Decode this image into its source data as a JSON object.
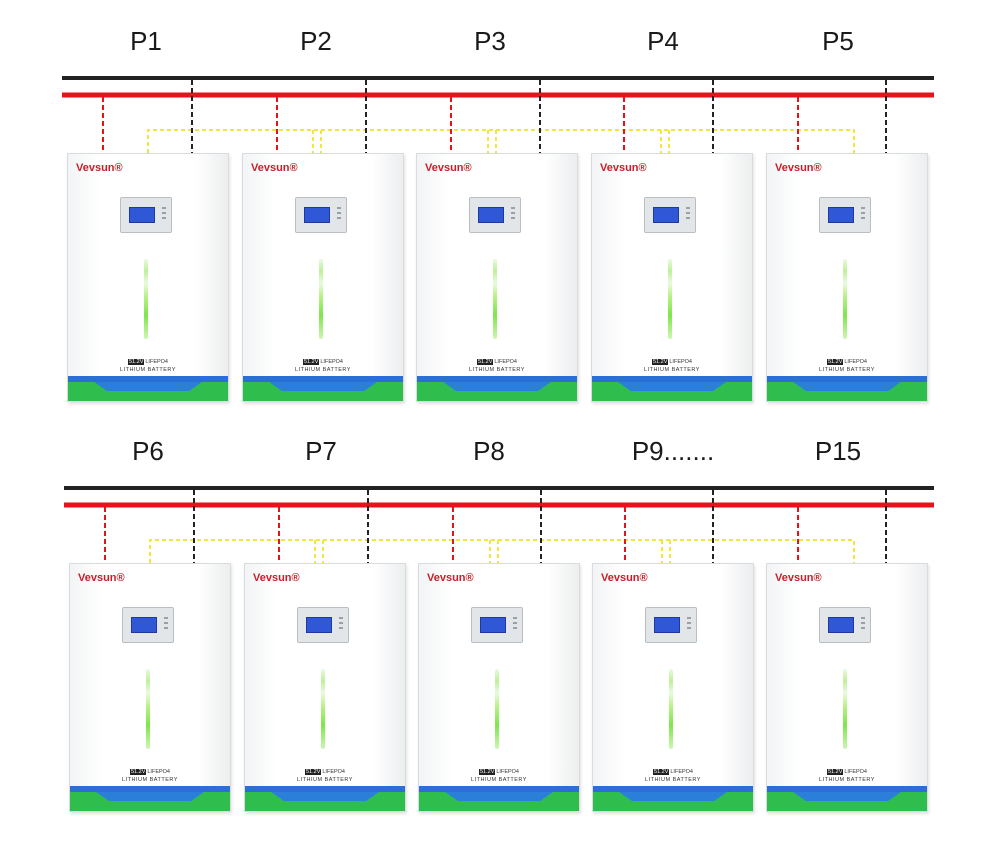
{
  "rows": [
    {
      "labels": [
        "P1",
        "P2",
        "P3",
        "P4",
        "P5"
      ]
    },
    {
      "labels": [
        "P6",
        "P7",
        "P8",
        "P9.......",
        "P15"
      ]
    }
  ],
  "battery": {
    "brand": "Vevsun®",
    "voltage": "51.2V",
    "chemistry": "LIFEPO4",
    "type": "LITHIUM BATTERY"
  },
  "colors": {
    "negative_bus": "#222222",
    "positive_bus": "#e8121a",
    "comm_line": "#f2e640",
    "accent_blue": "#2a6fd6",
    "accent_green": "#2fbe4e"
  }
}
